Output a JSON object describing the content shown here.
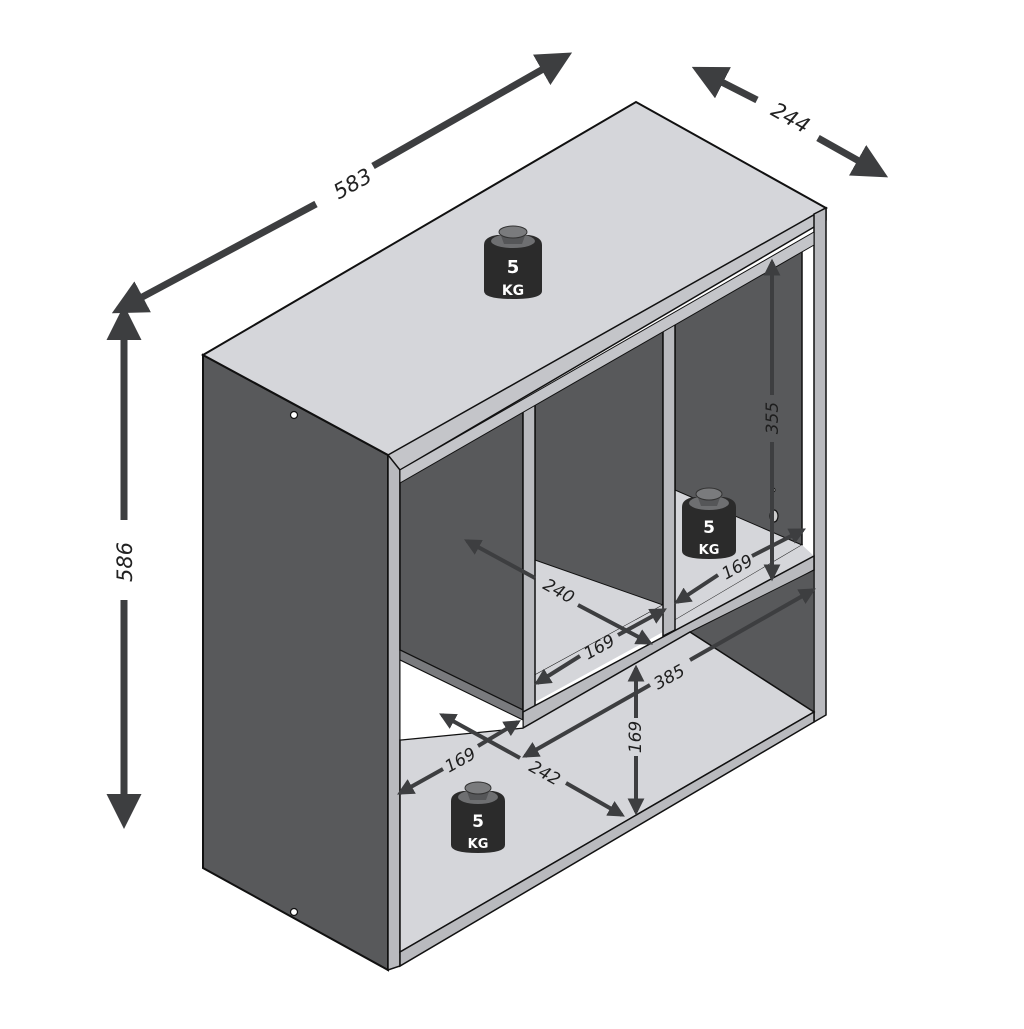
{
  "diagram": {
    "subject": "Wall shelf / cube storage unit, isometric dimension drawing",
    "units": "mm",
    "colors": {
      "background": "#ffffff",
      "panel_light": "#d5d6da",
      "panel_edge": "#b9babe",
      "panel_dark": "#58595b",
      "panel_darker": "#4d4e50",
      "arrow": "#3d3e40",
      "weight_body": "#2b2b2b",
      "weight_knob": "#6e6f71",
      "outline": "#111111"
    },
    "overall_dimensions": {
      "width": {
        "value": "583",
        "label": "583"
      },
      "depth": {
        "value": "244",
        "label": "244"
      },
      "height": {
        "value": "586",
        "label": "586"
      }
    },
    "inner_dimensions": {
      "upper_right_compartment_height": "355",
      "upper_right_compartment_width": "169",
      "upper_middle_compartment_depth": "240",
      "upper_middle_compartment_width": "169",
      "lower_compartment_width": "385",
      "lower_compartment_height": "169",
      "lower_compartment_depth": "242",
      "lower_left_compartment_width": "169"
    },
    "load_capacity_markers": [
      {
        "position": "top",
        "value": "5",
        "unit": "KG"
      },
      {
        "position": "upper-right-compartment",
        "value": "5",
        "unit": "KG"
      },
      {
        "position": "lower-compartment",
        "value": "5",
        "unit": "KG"
      }
    ]
  }
}
